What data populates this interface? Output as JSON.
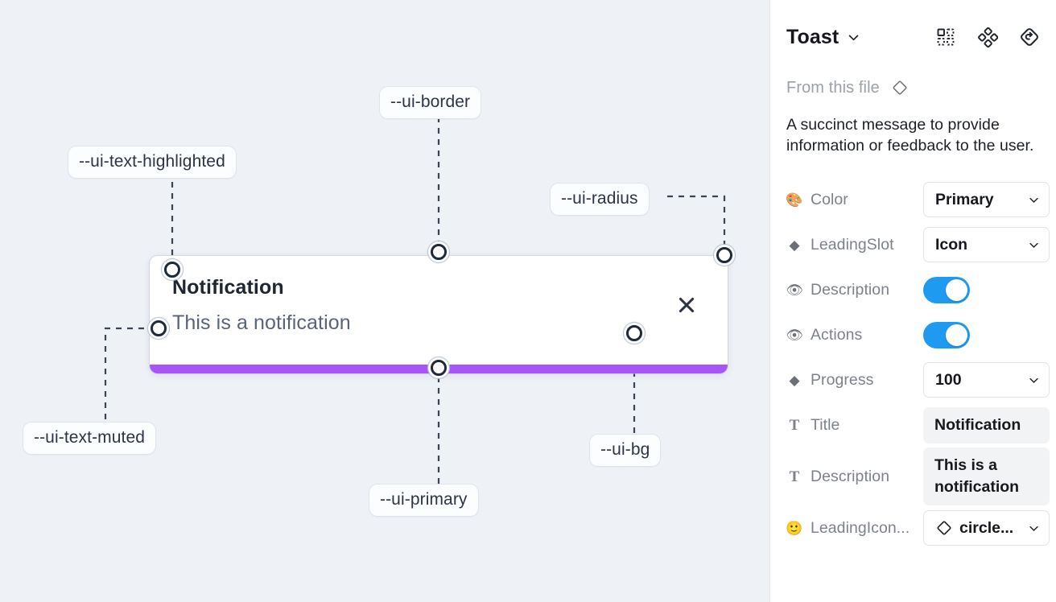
{
  "canvas": {
    "background_color": "#eef1f6",
    "tokens": [
      {
        "name": "ui-text-highlighted",
        "label": "--ui-text-highlighted"
      },
      {
        "name": "ui-border",
        "label": "--ui-border"
      },
      {
        "name": "ui-radius",
        "label": "--ui-radius"
      },
      {
        "name": "ui-text-muted",
        "label": "--ui-text-muted"
      },
      {
        "name": "ui-primary",
        "label": "--ui-primary"
      },
      {
        "name": "ui-bg",
        "label": "--ui-bg"
      }
    ],
    "toast": {
      "title": "Notification",
      "description": "This is a notification",
      "close_icon": "close-icon",
      "progress_color": "#a855f7",
      "background_color": "#ffffff"
    }
  },
  "panel": {
    "title": "Toast",
    "title_caret_icon": "chevron-down-icon",
    "header_icons": [
      {
        "name": "variants-icon"
      },
      {
        "name": "component-icon"
      },
      {
        "name": "reset-instance-icon"
      }
    ],
    "from_file": {
      "label": "From this file",
      "icon": "diamond-icon"
    },
    "description": "A succinct message to provide information or feedback to the user.",
    "properties": [
      {
        "name": "color",
        "icon": "palette-emoji",
        "glyph": "🎨",
        "label": "Color",
        "type": "select",
        "value": "Primary"
      },
      {
        "name": "leading-slot",
        "icon": "diamond-glyph",
        "glyph": "◆",
        "label": "LeadingSlot",
        "type": "select",
        "value": "Icon"
      },
      {
        "name": "description",
        "icon": "eye-emoji",
        "glyph": "👁",
        "label": "Description",
        "type": "toggle",
        "value": "on"
      },
      {
        "name": "actions",
        "icon": "eye-emoji",
        "glyph": "👁",
        "label": "Actions",
        "type": "toggle",
        "value": "on"
      },
      {
        "name": "progress",
        "icon": "diamond-glyph",
        "glyph": "◆",
        "label": "Progress",
        "type": "select",
        "value": "100"
      },
      {
        "name": "title",
        "icon": "text-t-glyph",
        "glyph": "T",
        "label": "Title",
        "type": "text",
        "value": "Notification"
      },
      {
        "name": "description-text",
        "icon": "text-t-glyph",
        "glyph": "T",
        "label": "Description",
        "type": "text",
        "value": "This is a notification"
      },
      {
        "name": "leading-icon",
        "icon": "smiley-emoji",
        "glyph": "🙂",
        "label": "LeadingIcon...",
        "type": "select-icon",
        "value": "circle..."
      }
    ]
  },
  "colors": {
    "accent_blue": "#1e9bf0",
    "primary_purple": "#a855f7",
    "canvas_bg": "#eef1f6"
  }
}
